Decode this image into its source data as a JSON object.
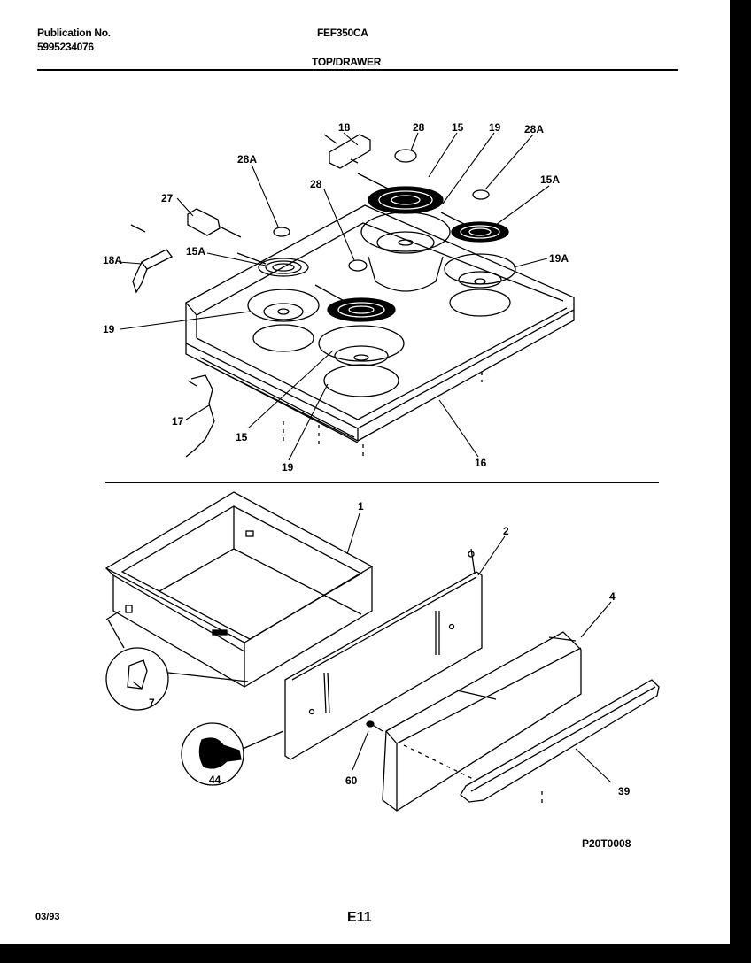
{
  "header": {
    "publication_label": "Publication No.",
    "publication_number": "5995234076",
    "model": "FEF350CA",
    "section": "TOP/DRAWER"
  },
  "callouts": {
    "c18": "18",
    "c28_top": "28",
    "c15_top": "15",
    "c19_top": "19",
    "c28A_right": "28A",
    "c28A_left": "28A",
    "c28_mid": "28",
    "c15A_right": "15A",
    "c27": "27",
    "c18A": "18A",
    "c15A_left": "15A",
    "c19A": "19A",
    "c19_left": "19",
    "c17": "17",
    "c15_bottom": "15",
    "c19_bottom": "19",
    "c16": "16",
    "c1": "1",
    "c2": "2",
    "c4": "4",
    "c7": "7",
    "c44": "44",
    "c60": "60",
    "c39": "39"
  },
  "footer": {
    "figure_code": "P20T0008",
    "date": "03/93",
    "page": "E11"
  }
}
